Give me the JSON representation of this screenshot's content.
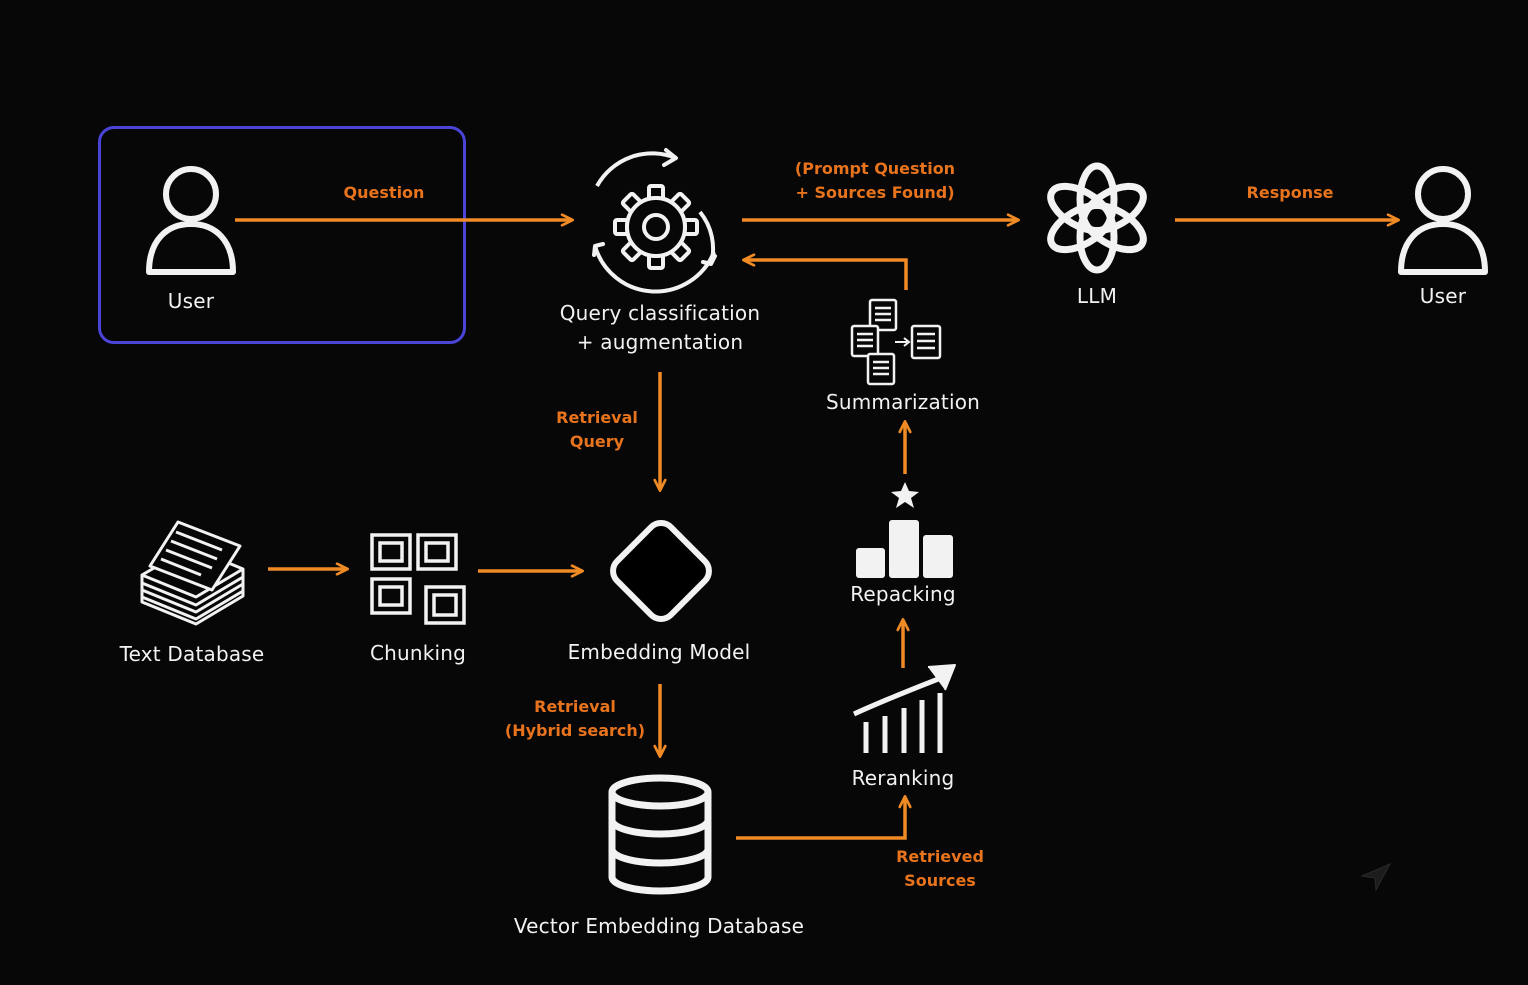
{
  "colors": {
    "background": "#070707",
    "arrow": "#f08a25",
    "edge_label": "#e8731d",
    "node_stroke": "#f2f2f2",
    "highlight_border": "#4a44d8"
  },
  "nodes": {
    "user_in": {
      "label": "User",
      "icon": "person-icon"
    },
    "query": {
      "label_line1": "Query classification",
      "label_line2": "+ augmentation",
      "icon": "gear-refresh-icon"
    },
    "llm": {
      "label": "LLM",
      "icon": "openai-logo-icon"
    },
    "user_out": {
      "label": "User",
      "icon": "person-icon"
    },
    "text_db": {
      "label": "Text Database",
      "icon": "document-stack-icon"
    },
    "chunking": {
      "label": "Chunking",
      "icon": "blocks-icon"
    },
    "embedding": {
      "label": "Embedding Model",
      "icon": "diamond-icon"
    },
    "vector_db": {
      "label": "Vector Embedding Database",
      "icon": "database-icon"
    },
    "reranking": {
      "label": "Reranking",
      "icon": "trend-bars-icon"
    },
    "repacking": {
      "label": "Repacking",
      "icon": "podium-star-icon"
    },
    "summarization": {
      "label": "Summarization",
      "icon": "documents-merge-icon"
    }
  },
  "edges": {
    "question": "Question",
    "prompt_line1": "(Prompt Question",
    "prompt_line2": "+ Sources Found)",
    "response": "Response",
    "retrieval_query_line1": "Retrieval",
    "retrieval_query_line2": "Query",
    "retrieval_hybrid_line1": "Retrieval",
    "retrieval_hybrid_line2": "(Hybrid search)",
    "retrieved_line1": "Retrieved",
    "retrieved_line2": "Sources"
  }
}
